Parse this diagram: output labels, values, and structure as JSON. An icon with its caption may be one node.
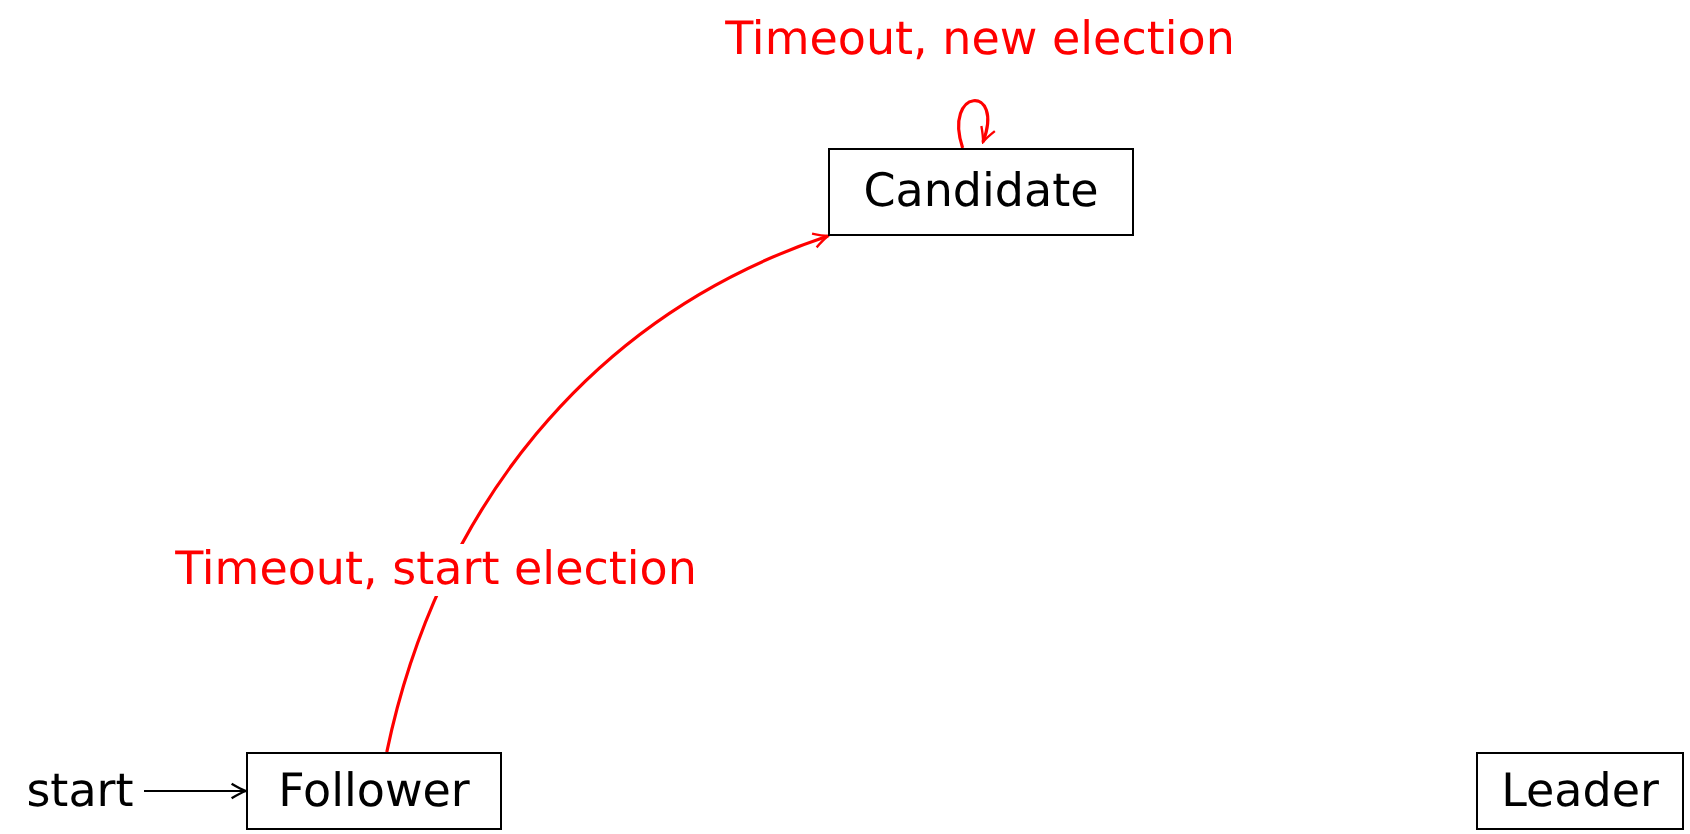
{
  "diagram": {
    "nodes": [
      {
        "text": [
          "start"
        ]
      },
      {
        "text": [
          "Follower"
        ]
      },
      {
        "text": [
          "Candidate"
        ]
      },
      {
        "text": [
          "Leader"
        ]
      }
    ],
    "edges": [
      {
        "from": 0,
        "to": 1,
        "arrow": "to",
        "color": "#000000"
      },
      {
        "from": 1,
        "to": 2,
        "arrow": "to",
        "label": "Timeout, start election",
        "color": "#ff0000"
      },
      {
        "from": 2,
        "to": 2,
        "arrow": "to",
        "label": "Timeout, new election",
        "color": "#ff0000"
      }
    ]
  }
}
